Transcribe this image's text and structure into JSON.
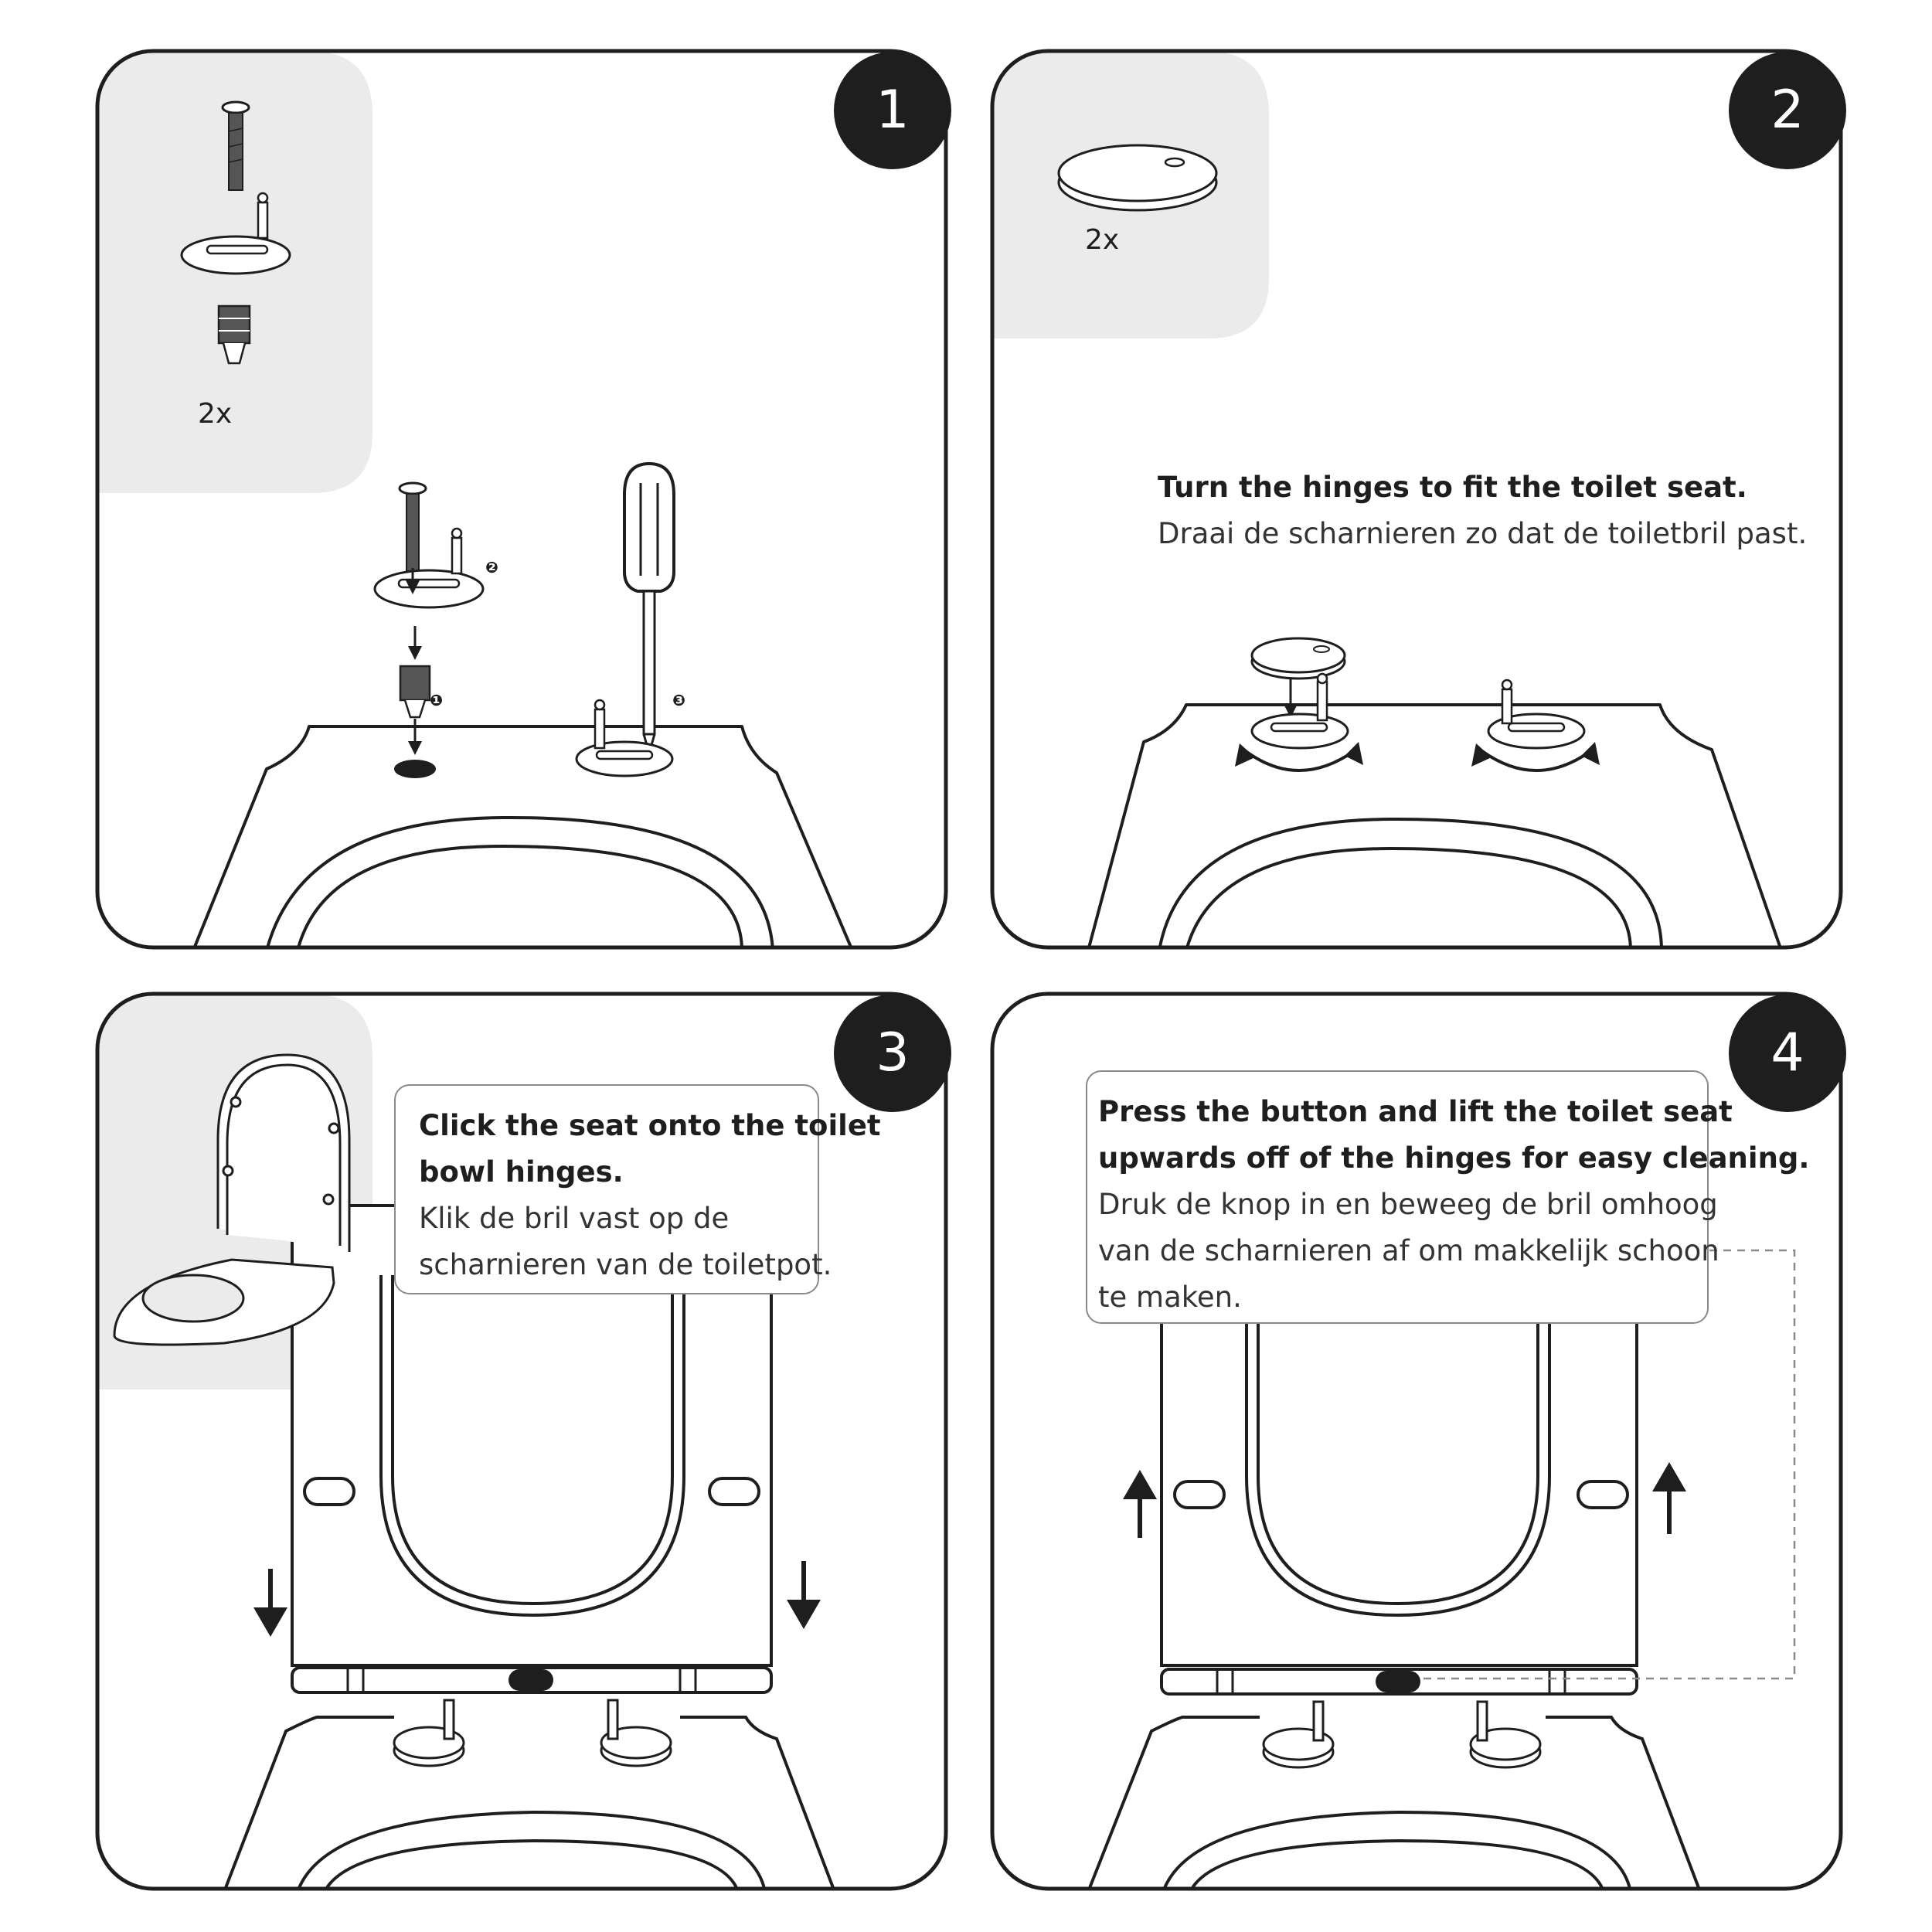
{
  "steps": [
    {
      "number": "1",
      "parts_quantity": "2x",
      "sub_labels": [
        "❶",
        "❷",
        "❸"
      ]
    },
    {
      "number": "2",
      "parts_quantity": "2x",
      "text_en": "Turn the hinges to fit the toilet seat.",
      "text_nl": "Draai de scharnieren zo dat de toiletbril past."
    },
    {
      "number": "3",
      "text_en": [
        "Click the seat onto the toilet",
        "bowl hinges."
      ],
      "text_nl": [
        "Klik de bril vast op de",
        "scharnieren van de toiletpot."
      ]
    },
    {
      "number": "4",
      "text_en": [
        "Press the button and lift the toilet seat",
        "upwards off of the hinges for easy cleaning."
      ],
      "text_nl": [
        "Druk de knop in en beweeg de bril omhoog",
        "van de scharnieren af om makkelijk schoon",
        "te maken."
      ]
    }
  ],
  "colors": {
    "ink": "#1e1e1e",
    "parts_panel": "#ebebeb",
    "callout_border": "#8a8a8a",
    "background": "#ffffff"
  }
}
